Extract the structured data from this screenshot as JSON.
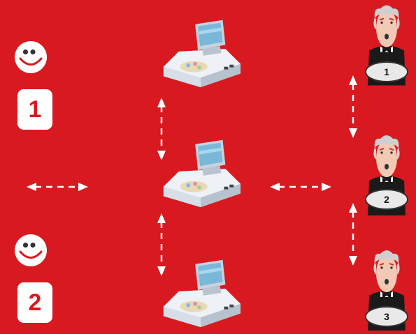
{
  "colors": {
    "background": "#d8191f",
    "arrow": "#ffffff",
    "badge_text": "#d8191f",
    "device_body": "#dfe7ef",
    "device_screen": "#78b9dd",
    "smiley": "#ffffff",
    "smile_line": "#d8191f",
    "waiter_suit": "#1a1a1a",
    "waiter_skin": "#f2c9b4"
  },
  "customers": [
    {
      "number": "1",
      "icon": "smiley-icon"
    },
    {
      "number": "2",
      "icon": "smiley-icon"
    }
  ],
  "devices": [
    {
      "icon": "pos-terminal-icon"
    },
    {
      "icon": "pos-terminal-icon"
    },
    {
      "icon": "pos-terminal-icon"
    }
  ],
  "waiters": [
    {
      "number": "1",
      "icon": "waiter-icon"
    },
    {
      "number": "2",
      "icon": "waiter-icon"
    },
    {
      "number": "3",
      "icon": "waiter-icon"
    }
  ],
  "connectors": [
    {
      "name": "customers-to-devices",
      "direction": "bidirectional-horizontal"
    },
    {
      "name": "devices-to-waiters",
      "direction": "bidirectional-horizontal"
    },
    {
      "name": "device-1-to-device-2",
      "direction": "bidirectional-vertical"
    },
    {
      "name": "device-2-to-device-3",
      "direction": "bidirectional-vertical"
    },
    {
      "name": "waiter-1-to-waiter-2",
      "direction": "bidirectional-vertical"
    },
    {
      "name": "waiter-2-to-waiter-3",
      "direction": "bidirectional-vertical"
    }
  ]
}
